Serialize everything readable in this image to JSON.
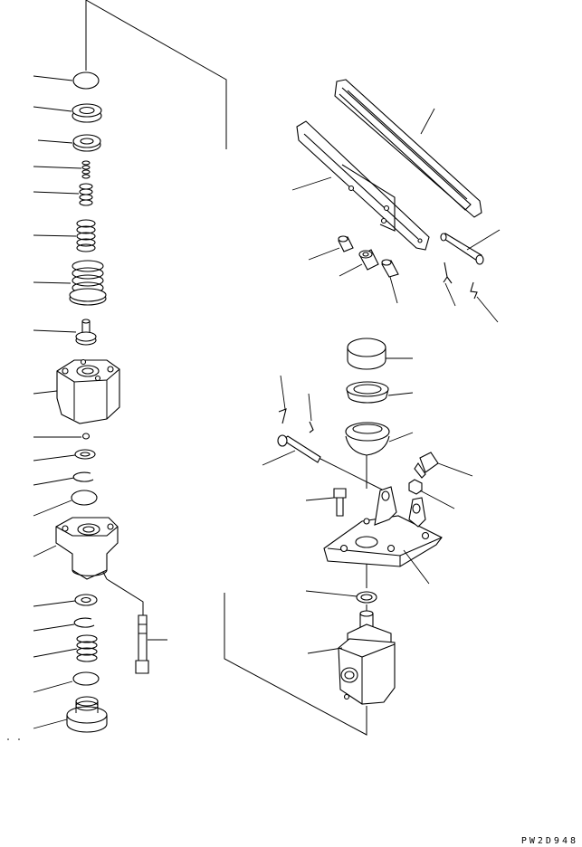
{
  "drawing": {
    "code": "PW2D948",
    "left_stack_parts": [
      "o-ring",
      "washer",
      "cup-seal",
      "small-spring",
      "spring",
      "spring",
      "large-spring",
      "plunger",
      "valve-body",
      "ball",
      "retainer",
      "snap-ring",
      "o-ring",
      "housing",
      "retainer",
      "snap-ring",
      "spring",
      "o-ring",
      "cap",
      "bolt"
    ],
    "right_assembly_parts": [
      "pedal-cover",
      "pedal",
      "pin",
      "bushing",
      "collar",
      "bushing",
      "cotter-pin",
      "cotter-pin",
      "cap",
      "seal",
      "boot",
      "cotter-pin",
      "cotter-pin",
      "pin",
      "elbow-fitting",
      "nut",
      "bolt",
      "bracket",
      "o-ring",
      "valve-body"
    ]
  }
}
